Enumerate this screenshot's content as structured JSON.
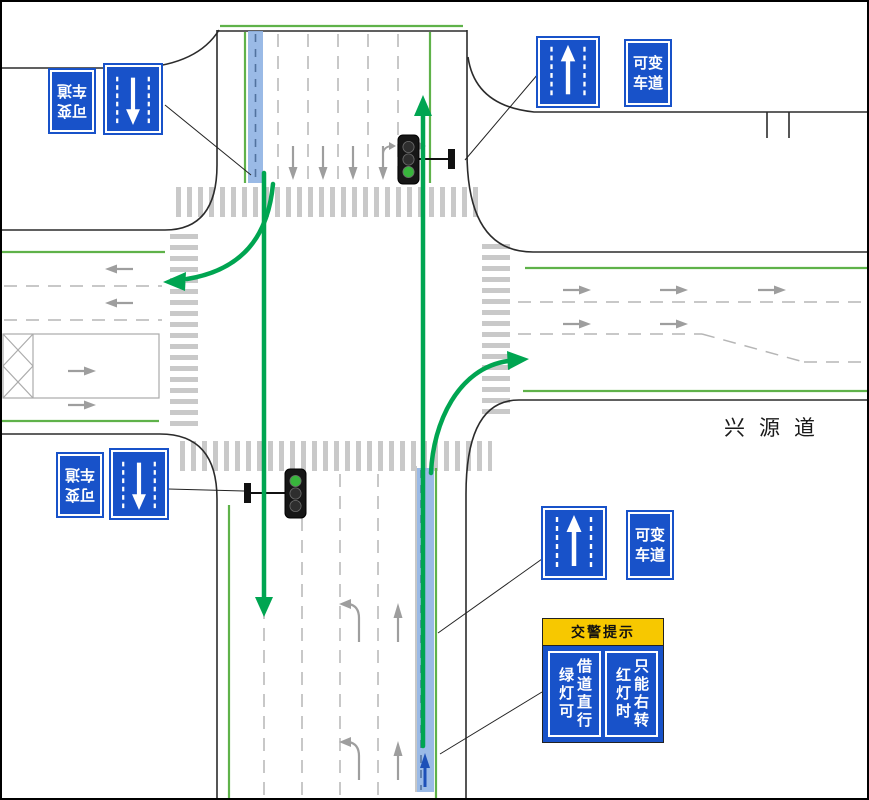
{
  "road_label": "兴源道",
  "signs": {
    "variable_lane": {
      "line1": "可变",
      "line2": "车道"
    },
    "police": {
      "header": "交警提示",
      "left_col1": "绿灯可",
      "left_col2": "借道直行",
      "right_col1": "红灯时",
      "right_col2": "只能右转"
    }
  },
  "colors": {
    "sign_blue": "#1852C9",
    "sign_yellow": "#F7C800",
    "movement_arrow_green": "#00A551",
    "lane_edge_green": "#5FB24A",
    "variable_lane_highlight": "#8FB3E3"
  },
  "icons": {
    "variable_lane_arrow": "straight-arrow-between-dashed-lane-lines",
    "traffic_light": "three-lens-signal-green-lit"
  }
}
